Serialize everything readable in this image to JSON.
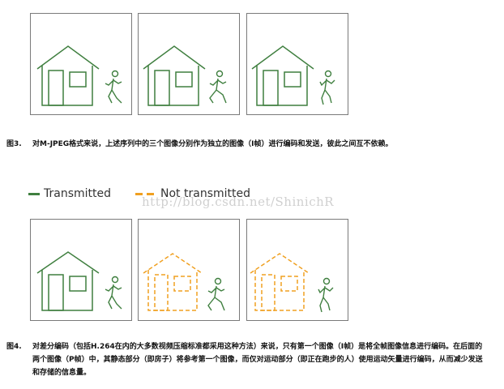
{
  "figure3": {
    "number": "图3.",
    "caption": "对M-JPEG格式来说，上述序列中的三个图像分别作为独立的图像（I帧）进行编码和发送，彼此之间互不依赖。"
  },
  "legend": {
    "transmitted": "Transmitted",
    "not_transmitted": "Not transmitted"
  },
  "watermark": "http://blog.csdn.net/ShinichR",
  "figure4": {
    "number": "图4.",
    "caption": "对差分编码（包括H.264在内的大多数视频压缩标准都采用这种方法）来说，只有第一个图像（I帧）是将全帧图像信息进行编码。在后面的两个图像（P帧）中，其静态部分（即房子）将参考第一个图像，而仅对运动部分（即正在跑步的人）使用运动矢量进行编码，从而减少发送和存储的信息量。"
  },
  "colors": {
    "transmitted": "#3f7f3f",
    "not_transmitted": "#f0a020",
    "frame_border": "#7a7a7a"
  }
}
